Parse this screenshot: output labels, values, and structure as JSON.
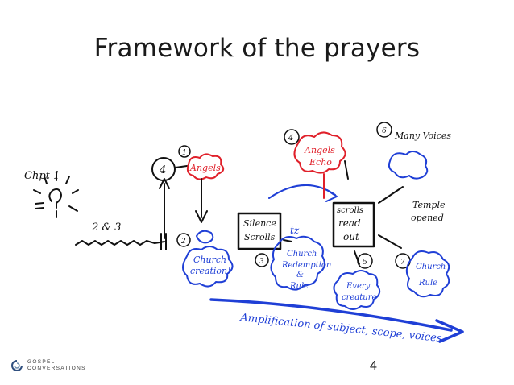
{
  "slide": {
    "title": "Framework of the prayers",
    "page_number": "4"
  },
  "logo": {
    "line1": "GOSPEL",
    "line2": "CONVERSATIONS"
  },
  "sketch": {
    "colors": {
      "black": "#111111",
      "blue": "#1f3fd6",
      "red": "#e0202a",
      "title": "#1a1a1a"
    },
    "labels": {
      "chapter": "Chpt 1",
      "chapters_2_3": "2 & 3",
      "num_1": "1",
      "num_2": "2",
      "num_3": "3",
      "num_4_circle": "4",
      "num_4_red": "4",
      "num_5": "5",
      "num_6": "6",
      "num_7": "7",
      "angels": "Angels",
      "angels_echo_1": "Angels",
      "angels_echo_2": "Echo",
      "silence_1": "Silence",
      "silence_2": "Scrolls",
      "scrolls_1": "scrolls",
      "scrolls_2": "read",
      "scrolls_3": "out",
      "tz": "tz",
      "church_creation_1": "Church",
      "church_creation_2": "creation!",
      "church_redemption_1": "Church",
      "church_redemption_2": "Redemption",
      "church_redemption_3": "&",
      "church_redemption_4": "Rule",
      "every_creature_1": "Every",
      "every_creature_2": "creature",
      "church_rule_1": "Church",
      "church_rule_2": "Rule",
      "many_voices": "Many Voices",
      "temple_1": "Temple",
      "temple_2": "opened",
      "amplification": "Amplification of subject, scope, voices"
    }
  }
}
